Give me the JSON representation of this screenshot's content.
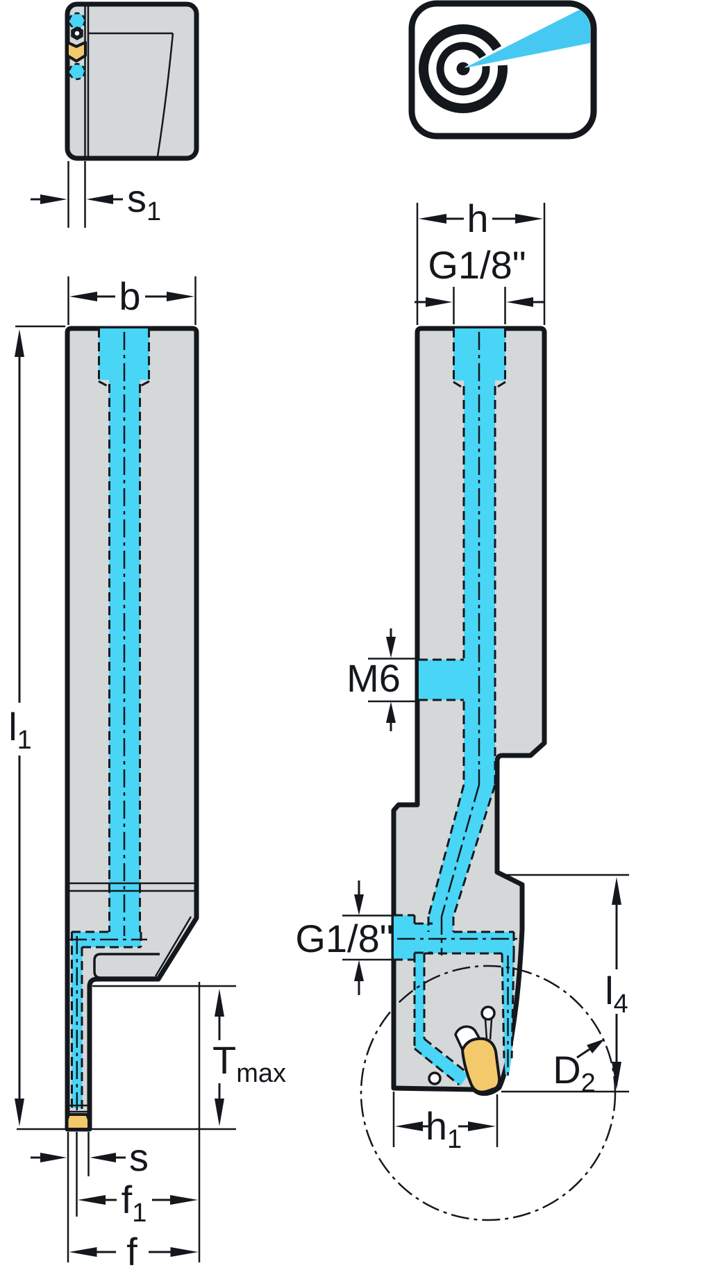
{
  "drawing": {
    "kind": "tool-holder-technical-drawing",
    "colors": {
      "outline": "#14181d",
      "body_gray": "#d5d8d9",
      "coolant_cyan": "#49d5f6",
      "insert_yellow": "#f4c96b",
      "background": "#ffffff"
    },
    "icon": {
      "name": "precision-coolant-target-icon",
      "description": "bullseye target with coolant jet aimed at center"
    },
    "dims": {
      "s1": {
        "main": "s",
        "sub": "1"
      },
      "b": {
        "main": "b"
      },
      "l1": {
        "main": "l",
        "sub": "1"
      },
      "tmax": {
        "main": "T",
        "sub": "max"
      },
      "s": {
        "main": "s"
      },
      "f1": {
        "main": "f",
        "sub": "1"
      },
      "f": {
        "main": "f"
      },
      "h": {
        "main": "h"
      },
      "g18_top": {
        "main": "G1/8\""
      },
      "m6": {
        "main": "M6"
      },
      "g18_side": {
        "main": "G1/8\""
      },
      "l4": {
        "main": "l",
        "sub": "4"
      },
      "d2": {
        "main": "D",
        "sub": "2"
      },
      "h1": {
        "main": "h",
        "sub": "1"
      }
    }
  }
}
